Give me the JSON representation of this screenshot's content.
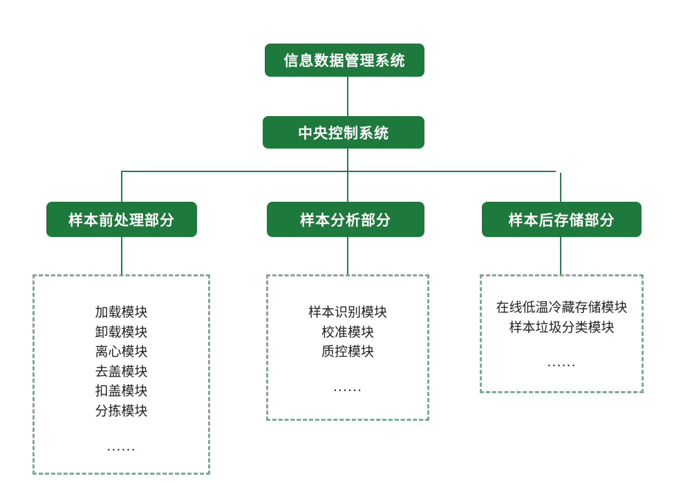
{
  "colors": {
    "node": "#1e7a3c",
    "line": "#2a7a48",
    "dashed": "#7aab93"
  },
  "top": "信息数据管理系统",
  "central": "中央控制系统",
  "branches": [
    {
      "title": "样本前处理部分",
      "modules": [
        "加载模块",
        "卸载模块",
        "离心模块",
        "去盖模块",
        "扣盖模块",
        "分拣模块"
      ],
      "more": "......"
    },
    {
      "title": "样本分析部分",
      "modules": [
        "样本识别模块",
        "校准模块",
        "质控模块"
      ],
      "more": "......"
    },
    {
      "title": "样本后存储部分",
      "modules": [
        "在线低温冷藏存储模块",
        "样本垃圾分类模块"
      ],
      "more": "......"
    }
  ]
}
